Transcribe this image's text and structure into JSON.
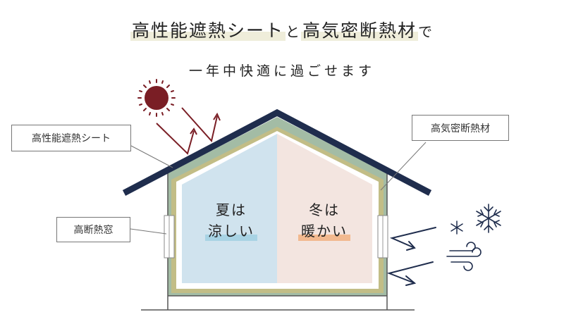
{
  "header": {
    "title_part1": "高性能遮熱シート",
    "title_connector": "と",
    "title_part2": "高気密断熱材",
    "title_part3": "で",
    "subtitle": "一年中快適に過ごせます"
  },
  "labels": {
    "sheet": "高性能遮熱シート",
    "window": "高断熱窓",
    "insulation": "高気密断熱材"
  },
  "rooms": {
    "summer": {
      "line1": "夏は",
      "line2": "涼しい",
      "bg_color": "#d0e3ee",
      "accent_color": "#a8d3e4"
    },
    "winter": {
      "line1": "冬は",
      "line2": "暖かい",
      "bg_color": "#f3e5e0",
      "accent_color": "#f2b98f"
    }
  },
  "colors": {
    "roof": "#1f2d4d",
    "sun": "#7a1e25",
    "arrow": "#7a1e25",
    "wind": "#1f2d4d",
    "wall_outer": "#a3bca5",
    "insulation_outer": "#c2bd86"
  },
  "icons": [
    "sun-icon",
    "snowflake-icon",
    "wind-icon"
  ]
}
